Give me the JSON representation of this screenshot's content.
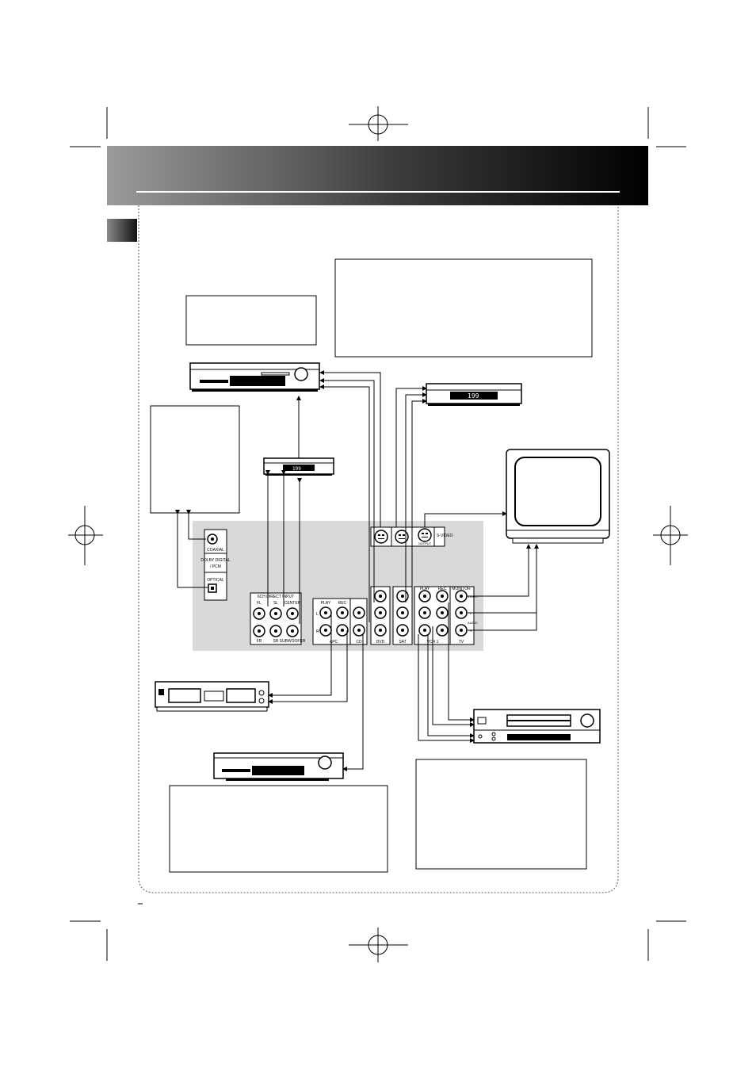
{
  "panel": {
    "digital_audio_input": {
      "coaxial_label": "COAXIAL",
      "mode_label_line1": "DOLBY DIGITAL",
      "mode_label_line2": "/ PCM",
      "optical_label": "OPTICAL"
    },
    "direct_input": {
      "header": "6CH DIRECT INPUT",
      "jacks": [
        "FL",
        "SL",
        "CENTER",
        "FR",
        "SR",
        "SUBWOOFER"
      ]
    },
    "apc_cd": {
      "row_labels": [
        "L",
        "R"
      ],
      "jack_labels": [
        "PLAY",
        "REC"
      ],
      "group_labels": [
        "APC",
        "CD"
      ]
    },
    "video_inputs": {
      "group_labels": [
        "DVD",
        "SAT",
        "VCR 1",
        "TV"
      ],
      "svideo_label": "S-VIDEO",
      "vcr_jack_labels": [
        "PLAY",
        "REC"
      ],
      "tv_jack_label": "MONITOR",
      "side_labels": [
        "VIDEO",
        "L",
        "AUDIO",
        "R"
      ],
      "svideo_out_label": "OUTPUT"
    }
  },
  "devices": {
    "sat_receiver_display": "199",
    "decoder_display": "199"
  }
}
